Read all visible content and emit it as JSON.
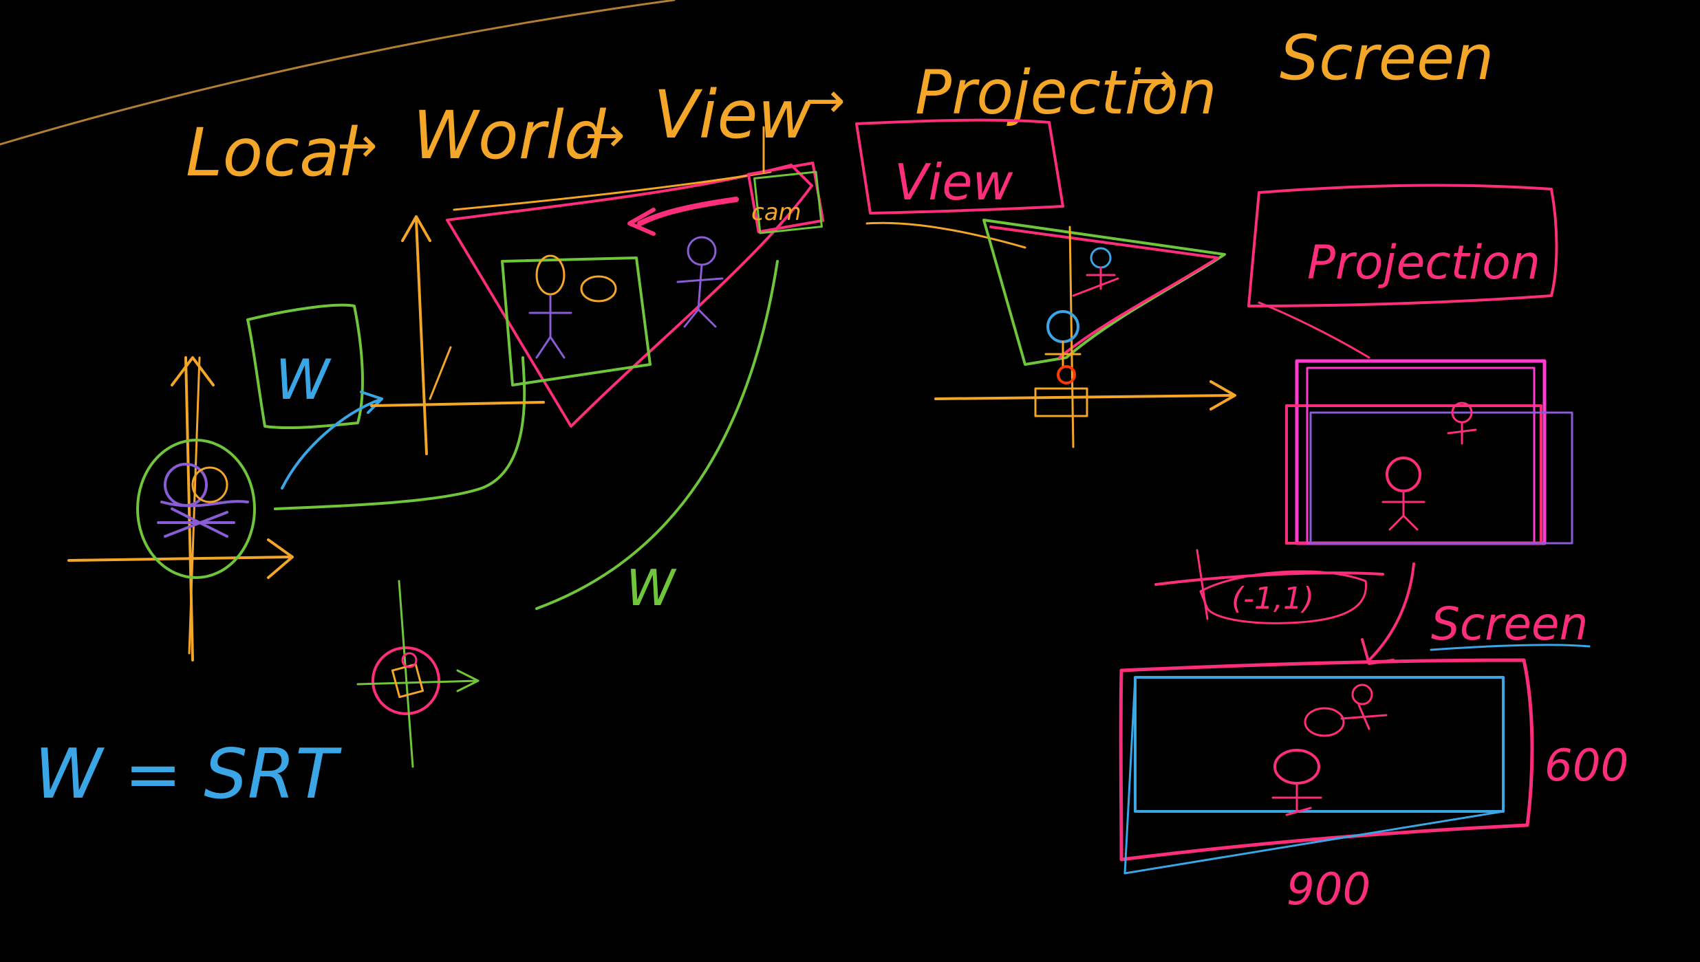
{
  "title_sequence": {
    "local": "Local",
    "world": "World",
    "view": "View",
    "projection": "Projection",
    "screen": "Screen",
    "arrow": "→"
  },
  "labels": {
    "w_box": "W",
    "w_curve": "W",
    "w_equation": "W = SRT",
    "view_box": "View",
    "projection_box": "Projection",
    "camera_text": "cam",
    "ndc_text": "(-1,1)",
    "screen_label": "Screen",
    "width_value": "900",
    "height_value": "600"
  },
  "colors": {
    "background": "#000000",
    "orange": "#f4a629",
    "green": "#6fc63a",
    "pink": "#ff2e7a",
    "magenta": "#ff3ccf",
    "purple": "#8a5cd6",
    "blue": "#3aa6e6",
    "sweep_red": "#ff3b00",
    "sweep_yellow": "#ff9a00"
  }
}
